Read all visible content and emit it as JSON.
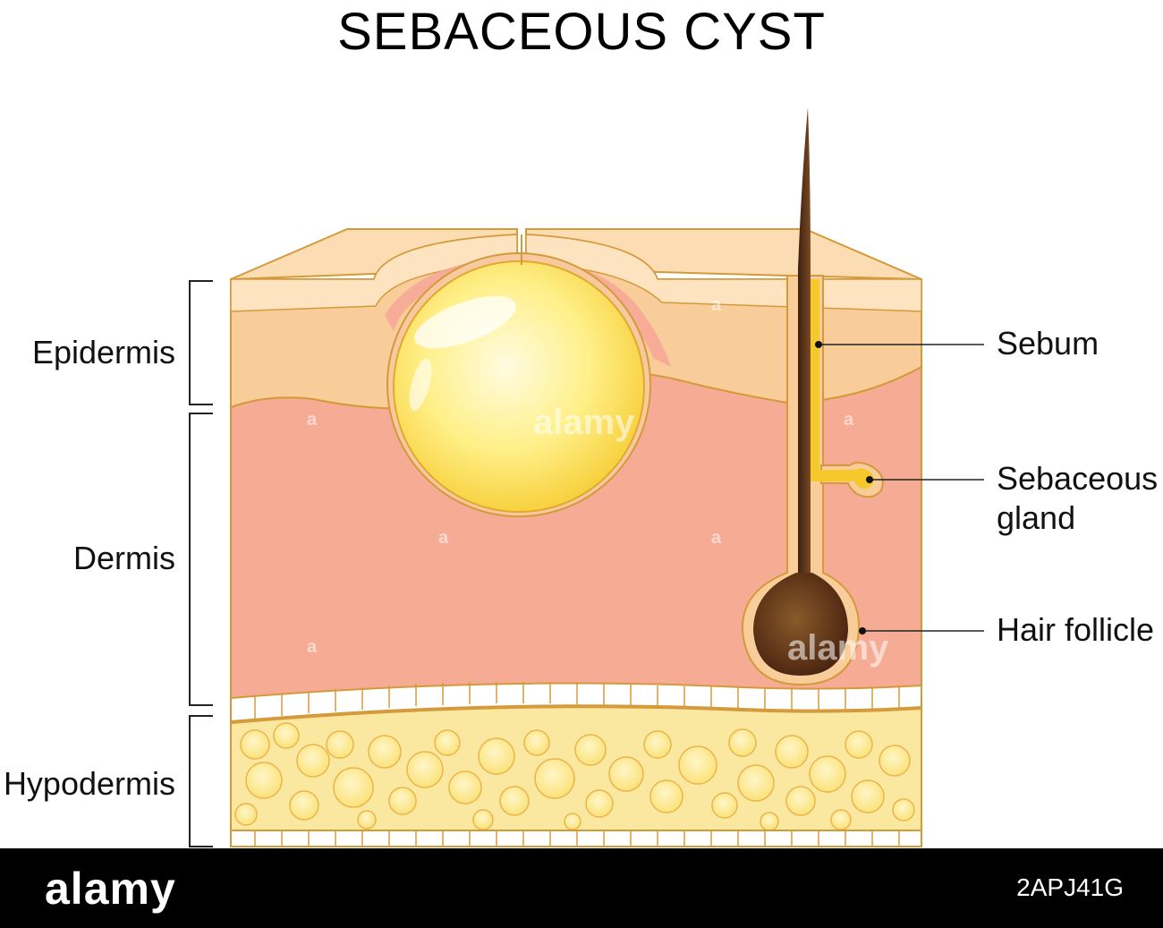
{
  "title": "SEBACEOUS CYST",
  "layers": {
    "epidermis": "Epidermis",
    "dermis": "Dermis",
    "hypodermis": "Hypodermis"
  },
  "callouts": {
    "sebum": "Sebum",
    "sebaceous_gland_line1": "Sebaceous",
    "sebaceous_gland_line2": "gland",
    "hair_follicle": "Hair follicle"
  },
  "watermark": {
    "text": "alamy",
    "small": "a"
  },
  "footer": {
    "logo": "alamy",
    "image_code": "2APJ41G"
  },
  "colors": {
    "epidermis_top": "#fbdcb4",
    "epidermis": "#f8cd9a",
    "dermis": "#f6ab94",
    "hypodermis": "#f9dc7e",
    "cyst": "#fde35a",
    "outline": "#d49a3a",
    "hair": "#5a3014"
  }
}
